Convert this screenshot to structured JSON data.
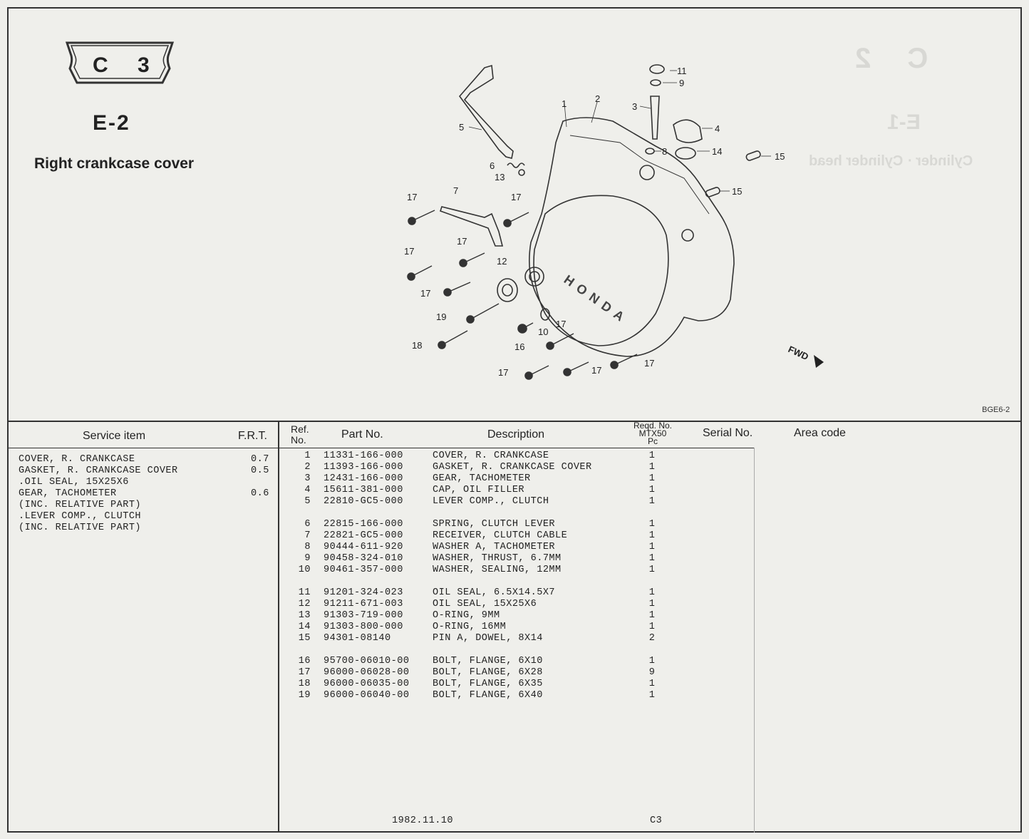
{
  "header": {
    "page_code_letter": "C",
    "page_code_number": "3",
    "section_code": "E-2",
    "section_title": "Right crankcase cover"
  },
  "ghost": {
    "page_code_letter": "C",
    "page_code_number": "2",
    "section_code": "E-1",
    "section_title": "Cylinder · Cylinder head"
  },
  "diagram": {
    "fwd_label": "FWD",
    "brand_text": "HONDA",
    "drawing_code": "BGE6-2",
    "callouts": [
      "1",
      "2",
      "3",
      "4",
      "5",
      "6",
      "7",
      "8",
      "9",
      "10",
      "11",
      "12",
      "13",
      "14",
      "15",
      "15",
      "16",
      "17",
      "17",
      "17",
      "17",
      "17",
      "17",
      "17",
      "17",
      "17",
      "18",
      "19"
    ]
  },
  "table": {
    "col_service_item": "Service item",
    "col_frt": "F.R.T.",
    "col_ref_no": [
      "Ref.",
      "No."
    ],
    "col_part_no": "Part No.",
    "col_description": "Description",
    "col_reqd": [
      "Reqd. No.",
      "MTX50",
      "Pc"
    ],
    "col_serial": "Serial No.",
    "col_area": "Area code",
    "service_items": [
      {
        "text": "COVER, R. CRANKCASE",
        "frt": "0.7"
      },
      {
        "text": "GASKET, R. CRANKCASE COVER",
        "frt": "0.5"
      },
      {
        "text": ".OIL SEAL, 15X25X6",
        "frt": ""
      },
      {
        "text": "GEAR, TACHOMETER",
        "frt": "0.6"
      },
      {
        "text": "(INC. RELATIVE PART)",
        "frt": ""
      },
      {
        "text": ".LEVER COMP., CLUTCH",
        "frt": ""
      },
      {
        "text": "(INC. RELATIVE PART)",
        "frt": ""
      }
    ],
    "parts": [
      {
        "ref": "1",
        "part_no": "11331-166-000",
        "desc": "COVER, R. CRANKCASE",
        "qty": "1"
      },
      {
        "ref": "2",
        "part_no": "11393-166-000",
        "desc": "GASKET, R. CRANKCASE COVER",
        "qty": "1"
      },
      {
        "ref": "3",
        "part_no": "12431-166-000",
        "desc": "GEAR, TACHOMETER",
        "qty": "1"
      },
      {
        "ref": "4",
        "part_no": "15611-381-000",
        "desc": "CAP, OIL FILLER",
        "qty": "1"
      },
      {
        "ref": "5",
        "part_no": "22810-GC5-000",
        "desc": "LEVER COMP., CLUTCH",
        "qty": "1"
      },
      {
        "ref": "6",
        "part_no": "22815-166-000",
        "desc": "SPRING, CLUTCH LEVER",
        "qty": "1"
      },
      {
        "ref": "7",
        "part_no": "22821-GC5-000",
        "desc": "RECEIVER, CLUTCH CABLE",
        "qty": "1"
      },
      {
        "ref": "8",
        "part_no": "90444-611-920",
        "desc": "WASHER A, TACHOMETER",
        "qty": "1"
      },
      {
        "ref": "9",
        "part_no": "90458-324-010",
        "desc": "WASHER, THRUST, 6.7MM",
        "qty": "1"
      },
      {
        "ref": "10",
        "part_no": "90461-357-000",
        "desc": "WASHER, SEALING, 12MM",
        "qty": "1"
      },
      {
        "ref": "11",
        "part_no": "91201-324-023",
        "desc": "OIL SEAL, 6.5X14.5X7",
        "qty": "1"
      },
      {
        "ref": "12",
        "part_no": "91211-671-003",
        "desc": "OIL SEAL, 15X25X6",
        "qty": "1"
      },
      {
        "ref": "13",
        "part_no": "91303-719-000",
        "desc": "O-RING, 9MM",
        "qty": "1"
      },
      {
        "ref": "14",
        "part_no": "91303-800-000",
        "desc": "O-RING, 16MM",
        "qty": "1"
      },
      {
        "ref": "15",
        "part_no": "94301-08140",
        "desc": "PIN A, DOWEL, 8X14",
        "qty": "2"
      },
      {
        "ref": "16",
        "part_no": "95700-06010-00",
        "desc": "BOLT, FLANGE, 6X10",
        "qty": "1"
      },
      {
        "ref": "17",
        "part_no": "96000-06028-00",
        "desc": "BOLT, FLANGE, 6X28",
        "qty": "9"
      },
      {
        "ref": "18",
        "part_no": "96000-06035-00",
        "desc": "BOLT, FLANGE, 6X35",
        "qty": "1"
      },
      {
        "ref": "19",
        "part_no": "96000-06040-00",
        "desc": "BOLT, FLANGE, 6X40",
        "qty": "1"
      }
    ]
  },
  "footer": {
    "date": "1982.11.10",
    "page": "C3"
  }
}
